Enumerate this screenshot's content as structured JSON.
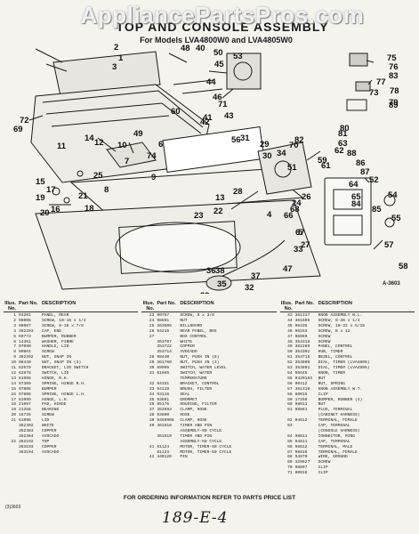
{
  "watermark": "AppliancePartsPros.com",
  "title": "TOP AND CONSOLE ASSEMBLY",
  "models": "For Models LVA4800W0 and LVA4805W0",
  "diagram_ref": "A-3603",
  "callouts": [
    "2",
    "1",
    "48",
    "40",
    "50",
    "3",
    "53",
    "45",
    "44",
    "60",
    "72",
    "46",
    "43",
    "35",
    "49",
    "14",
    "12",
    "11",
    "6",
    "41",
    "42",
    "56",
    "71",
    "31",
    "10",
    "74",
    "7",
    "25",
    "8",
    "9",
    "13",
    "22",
    "23",
    "21",
    "18",
    "15",
    "17",
    "19",
    "16",
    "20",
    "5",
    "4",
    "24",
    "26",
    "27",
    "28",
    "29",
    "30",
    "34",
    "33",
    "32",
    "36",
    "38",
    "39",
    "37",
    "47",
    "51",
    "52",
    "54",
    "55",
    "57",
    "58",
    "59",
    "61",
    "62",
    "63",
    "64",
    "65",
    "66",
    "67",
    "68",
    "69",
    "70",
    "73",
    "75",
    "76",
    "77",
    "78",
    "79",
    "80",
    "81",
    "82",
    "83",
    "84",
    "85",
    "86",
    "87",
    "88",
    "89"
  ],
  "parts_table": {
    "headers": [
      "Illus. No.",
      "Part No.",
      "DESCRIPTION"
    ],
    "columns": [
      [
        [
          "1",
          "94201",
          "PANEL, REAR"
        ],
        [
          "2",
          "98005",
          "SCREW, 10-16 x 1/2"
        ],
        [
          "3",
          "98067",
          "SCREW, 8-18 x 7/8"
        ],
        [
          "4",
          "362203",
          "CAP, END"
        ],
        [
          "5",
          "69773",
          "BUMPER, RUBBER"
        ],
        [
          "6",
          "14351",
          "WASHER, FIBRE"
        ],
        [
          "7",
          "97090",
          "HANDLE, LID"
        ],
        [
          "8",
          "90864",
          "SCREW"
        ],
        [
          "9",
          "362392",
          "NUT, SNAP IN"
        ],
        [
          "10",
          "98440",
          "NUT, SNAP IN (3)"
        ],
        [
          "11",
          "62679",
          "BRACKET, LID SWITCH"
        ],
        [
          "12",
          "62878",
          "SWITCH, LID"
        ],
        [
          "13",
          "61098",
          "HINGE, R.H."
        ],
        [
          "14",
          "97309",
          "SPRING, HINGE R.H."
        ],
        [
          "15",
          "97805",
          "BUMPER"
        ],
        [
          "16",
          "97806",
          "SPRING, HINGE L.H."
        ],
        [
          "17",
          "61099",
          "HINGE, L.H."
        ],
        [
          "18",
          "21097",
          "PAD, HINGE"
        ],
        [
          "19",
          "21258",
          "BEARING"
        ],
        [
          "20",
          "16726",
          "SCREW"
        ],
        [
          "21",
          "61096",
          "LID"
        ],
        [
          "",
          "362302",
          "WHITE"
        ],
        [
          "",
          "352383",
          "COPPER"
        ],
        [
          "",
          "352384",
          "AVOCADO"
        ],
        [
          "22",
          "362192",
          "TOP"
        ],
        [
          "",
          "363193",
          "COPPER"
        ],
        [
          "",
          "363194",
          "AVOCADO"
        ]
      ],
      [
        [
          "23",
          "90767",
          "SCREW, 8 x 3/8"
        ],
        [
          "24",
          "98691",
          "NUT"
        ],
        [
          "25",
          "363506",
          "BILLBOARD"
        ],
        [
          "26",
          "94216",
          "REAR PANEL, BOX"
        ],
        [
          "27",
          "",
          "BOX CONTROL"
        ],
        [
          "",
          "363707",
          "WHITE"
        ],
        [
          "",
          "353722",
          "COPPER"
        ],
        [
          "",
          "353714",
          "AVOCADO"
        ],
        [
          "28",
          "98440",
          "NUT, PUSH IN (8)"
        ],
        [
          "29",
          "361760",
          "NUT, PUSH IN (3)"
        ],
        [
          "30",
          "69995",
          "SWITCH, WATER LEVEL"
        ],
        [
          "31",
          "61665",
          "SWITCH, WATER"
        ],
        [
          "",
          "",
          "TEMPERATURE"
        ],
        [
          "32",
          "94331",
          "BRACKET, CONTROL"
        ],
        [
          "33",
          "94119",
          "BRUSH, FILTER"
        ],
        [
          "34",
          "93116",
          "SEAL"
        ],
        [
          "35",
          "93881",
          "GROMMET"
        ],
        [
          "36",
          "95176",
          "HOUSING, FILTER"
        ],
        [
          "37",
          "353993",
          "CLAMP, HOSE"
        ],
        [
          "38",
          "93800",
          "HOSE"
        ],
        [
          "39",
          "9459906",
          "CLAMP, HOSE"
        ],
        [
          "40",
          "361518",
          "TIMER AND PIN"
        ],
        [
          "",
          "",
          "ASSEMBLY-60 CYCLE"
        ],
        [
          "",
          "361519",
          "TIMER AND PIN"
        ],
        [
          "",
          "",
          "ASSEMBLY-50 CYCLE"
        ],
        [
          "41",
          "61124",
          "MOTOR, TIMER-60 CYCLE"
        ],
        [
          "",
          "61123",
          "MOTOR, TIMER-50 CYCLE"
        ],
        [
          "42",
          "440120",
          "PIN"
        ]
      ],
      [
        [
          "43",
          "361317",
          "KNOB ASSEMBLY W.L."
        ],
        [
          "44",
          "361505",
          "SCREW, 8-36 x 1/4"
        ],
        [
          "45",
          "96435",
          "SCREW, 10-32 x 5/16"
        ],
        [
          "46",
          "96153",
          "SCREW, 8 x 12"
        ],
        [
          "47",
          "96969",
          "SCREW"
        ],
        [
          "48",
          "353318",
          "SCREW"
        ],
        [
          "49",
          "362289",
          "PANEL, CONTROL"
        ],
        [
          "50",
          "353302",
          "HUB, TIMER"
        ],
        [
          "51",
          "353715",
          "BEZEL, CONTROL"
        ],
        [
          "52",
          "353800",
          "DIAL, TIMER (LVA4800)"
        ],
        [
          "53",
          "353801",
          "DIAL, TIMER (LVA4805)"
        ],
        [
          "54",
          "65645",
          "KNOB, TIMER"
        ],
        [
          "55",
          "9420183",
          "NUT"
        ],
        [
          "56",
          "90412",
          "NUT, SPRING"
        ],
        [
          "57",
          "361318",
          "KNOB ASSEMBLY W.T."
        ],
        [
          "58",
          "60015",
          "CLIP"
        ],
        [
          "59",
          "17259",
          "BUMPER, RUBBER (4)"
        ],
        [
          "60",
          "98611",
          "NUT"
        ],
        [
          "61",
          "98861",
          "PLUG, TERMINAL"
        ],
        [
          "",
          "",
          "(CABINET HARNESS)"
        ],
        [
          "62",
          "94812",
          "TERMINAL, FEMALE"
        ],
        [
          "63",
          "",
          "CAP, TERMINAL"
        ],
        [
          "",
          "",
          "(CONSOLE HARNESS)"
        ],
        [
          "64",
          "98611",
          "CONNECTOR, RING"
        ],
        [
          "65",
          "94811",
          "CAP, TERMINAL"
        ],
        [
          "66",
          "98812",
          "TERMINAL, MALE"
        ],
        [
          "67",
          "98810",
          "TERMINAL, FEMALE"
        ],
        [
          "68",
          "94870",
          "WIRE, GROUND"
        ],
        [
          "69",
          "329527",
          "SCREW"
        ],
        [
          "70",
          "98897",
          "CLIP"
        ],
        [
          "71",
          "90016",
          "CLIP"
        ]
      ]
    ]
  },
  "footer": "FOR ORDERING INFORMATION REFER TO PARTS PRICE LIST",
  "doc_code": "(3)3603",
  "handwritten_note": "189-E-4"
}
